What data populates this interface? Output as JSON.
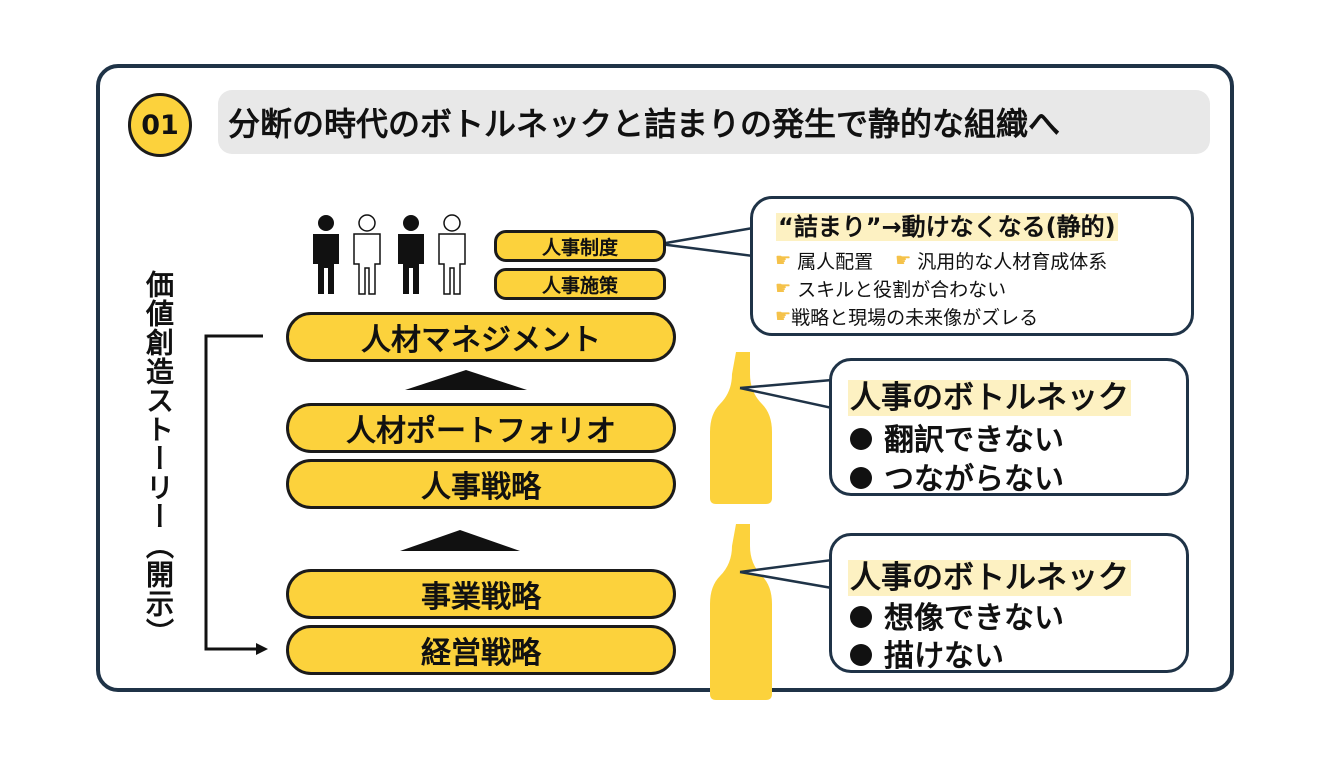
{
  "header": {
    "number": "01",
    "title": "分断の時代のボトルネックと詰まりの発生で静的な組織へ"
  },
  "side_label": "価値創造ストーリー（開示）",
  "stack": {
    "top_small": [
      "人事制度",
      "人事施策"
    ],
    "upper": [
      "人材マネジメント"
    ],
    "middle": [
      "人材ポートフォリオ",
      "人事戦略"
    ],
    "lower": [
      "事業戦略",
      "経営戦略"
    ]
  },
  "callout_top": {
    "title": "“詰まり”→動けなくなる(静的)",
    "items": [
      [
        "属人配置",
        "汎用的な人材育成体系"
      ],
      [
        "スキルと役割が合わない"
      ],
      [
        "戦略と現場の未来像がズレる"
      ]
    ]
  },
  "callout_mid": {
    "title": "人事のボトルネック",
    "items": [
      "翻訳できない",
      "つながらない"
    ]
  },
  "callout_low": {
    "title": "人事のボトルネック",
    "items": [
      "想像できない",
      "描けない"
    ]
  },
  "colors": {
    "accent_yellow": "#fcd23c",
    "frame_navy": "#1f3347",
    "title_bg": "#e8e8e8",
    "highlight": "#fdf1c2"
  },
  "icons": [
    "person-icon-black",
    "person-icon-outline",
    "bottle-icon",
    "hand-pointing-icon",
    "triangle-arrow-icon",
    "bracket-arrow-icon"
  ]
}
